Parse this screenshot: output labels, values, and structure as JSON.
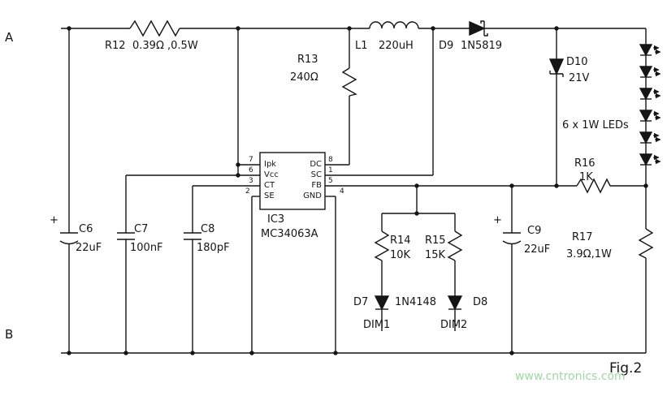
{
  "nodes": {
    "a": "A",
    "b": "B"
  },
  "figure": {
    "caption": "Fig.2",
    "watermark": "www.cntronics.com"
  },
  "ic": {
    "ref": "IC3",
    "part": "MC34063A",
    "pins_left": [
      {
        "num": "7",
        "label": "Ipk"
      },
      {
        "num": "6",
        "label": "Vcc"
      },
      {
        "num": "3",
        "label": "CT"
      },
      {
        "num": "2",
        "label": "SE"
      }
    ],
    "pins_right": [
      {
        "num": "8",
        "label": "DC"
      },
      {
        "num": "1",
        "label": "SC"
      },
      {
        "num": "5",
        "label": "FB"
      },
      {
        "num": "4",
        "label": "GND"
      }
    ]
  },
  "components": {
    "r12": {
      "ref": "R12",
      "value": "0.39Ω ,0.5W"
    },
    "r13": {
      "ref": "R13",
      "value": "240Ω"
    },
    "l1": {
      "ref": "L1",
      "value": "220uH"
    },
    "d9": {
      "ref": "D9",
      "value": "1N5819"
    },
    "d10": {
      "ref": "D10",
      "value": "21V"
    },
    "led_string": {
      "label": "6 x 1W LEDs"
    },
    "r16": {
      "ref": "R16",
      "value": "1K"
    },
    "r17": {
      "ref": "R17",
      "value": "3.9Ω,1W"
    },
    "c6": {
      "polarity": "+",
      "ref": "C6",
      "value": "22uF"
    },
    "c7": {
      "ref": "C7",
      "value": "100nF"
    },
    "c8": {
      "ref": "C8",
      "value": "180pF"
    },
    "c9": {
      "polarity": "+",
      "ref": "C9",
      "value": "22uF"
    },
    "r14": {
      "ref": "R14",
      "value": "10K"
    },
    "r15": {
      "ref": "R15",
      "value": "15K"
    },
    "d7": {
      "ref": "D7",
      "value": "1N4148"
    },
    "d8": {
      "ref": "D8"
    },
    "dim1": {
      "label": "DIM1"
    },
    "dim2": {
      "label": "DIM2"
    }
  }
}
